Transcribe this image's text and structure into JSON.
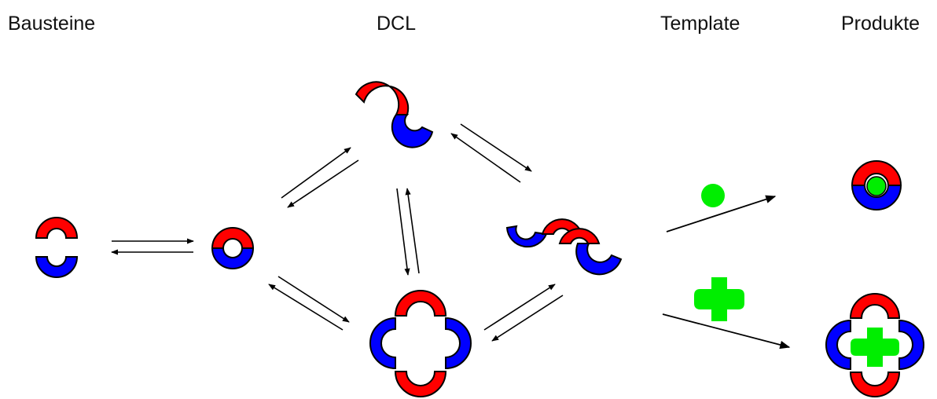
{
  "headings": {
    "building_blocks": "Bausteine",
    "library": "DCL",
    "template": "Template",
    "products": "Produkte"
  },
  "colors": {
    "red": "#ff0000",
    "blue": "#0000ff",
    "green": "#00ee00",
    "outline": "#000000"
  }
}
